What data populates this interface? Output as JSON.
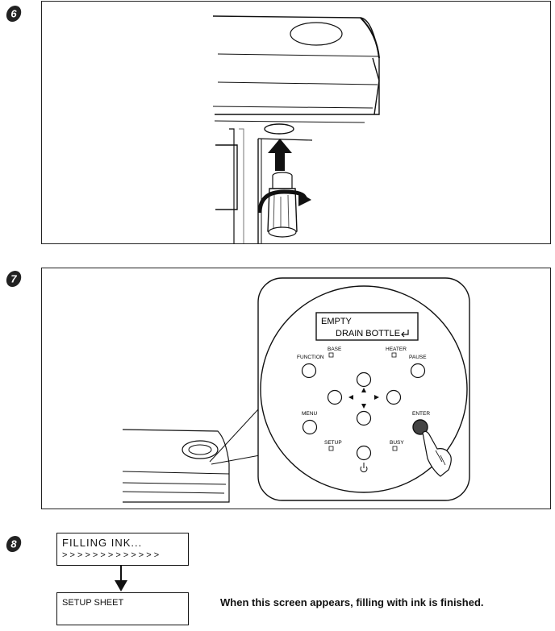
{
  "steps": [
    {
      "number": "6"
    },
    {
      "number": "7"
    },
    {
      "number": "8"
    }
  ],
  "step7": {
    "display_line1": "EMPTY",
    "display_line2": "DRAIN BOTTLE",
    "labels": {
      "base": "BASE",
      "heater": "HEATER",
      "function": "FUNCTION",
      "pause": "PAUSE",
      "menu": "MENU",
      "enter": "ENTER",
      "setup": "SETUP",
      "busy": "BUSY"
    }
  },
  "step8": {
    "screen1_line1": "FILLING INK...",
    "screen1_line2": "> > > > > > > > > > > > >",
    "screen2_line1": "SETUP SHEET",
    "caption": "When this screen appears, filling with ink is finished."
  }
}
